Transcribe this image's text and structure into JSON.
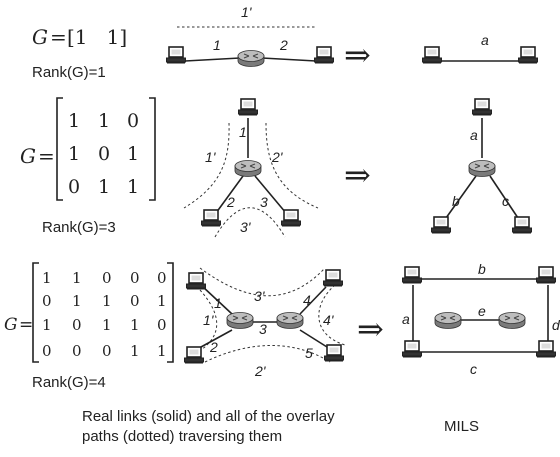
{
  "row1": {
    "matrix_lhs": "G",
    "matrix": "[1   1]",
    "rank": "Rank(G)=1",
    "overlay_label": "1'",
    "link_labels": [
      "1",
      "2"
    ],
    "mils_label": "a"
  },
  "row2": {
    "matrix_lhs": "G",
    "matrix_rows": [
      [
        "1",
        "1",
        "0"
      ],
      [
        "1",
        "0",
        "1"
      ],
      [
        "0",
        "1",
        "1"
      ]
    ],
    "rank": "Rank(G)=3",
    "link_labels": [
      "1",
      "2",
      "3"
    ],
    "overlay_labels": [
      "1'",
      "2'",
      "3'"
    ],
    "mils_labels": [
      "a",
      "b",
      "c"
    ]
  },
  "row3": {
    "matrix_lhs": "G",
    "matrix_rows": [
      [
        "1",
        "1",
        "0",
        "0",
        "0"
      ],
      [
        "0",
        "1",
        "1",
        "0",
        "1"
      ],
      [
        "1",
        "0",
        "1",
        "1",
        "0"
      ],
      [
        "0",
        "0",
        "0",
        "1",
        "1"
      ]
    ],
    "rank": "Rank(G)=4",
    "link_labels": [
      "1",
      "2",
      "3",
      "4",
      "5"
    ],
    "overlay_labels": [
      "1'",
      "2'",
      "3'",
      "4'"
    ],
    "mils_labels": [
      "a",
      "b",
      "c",
      "d",
      "e"
    ]
  },
  "arrow_glyph": "⇒",
  "caption_left": [
    "Real links (solid) and all of the overlay",
    "paths (dotted) traversing them"
  ],
  "caption_right": "MILS"
}
